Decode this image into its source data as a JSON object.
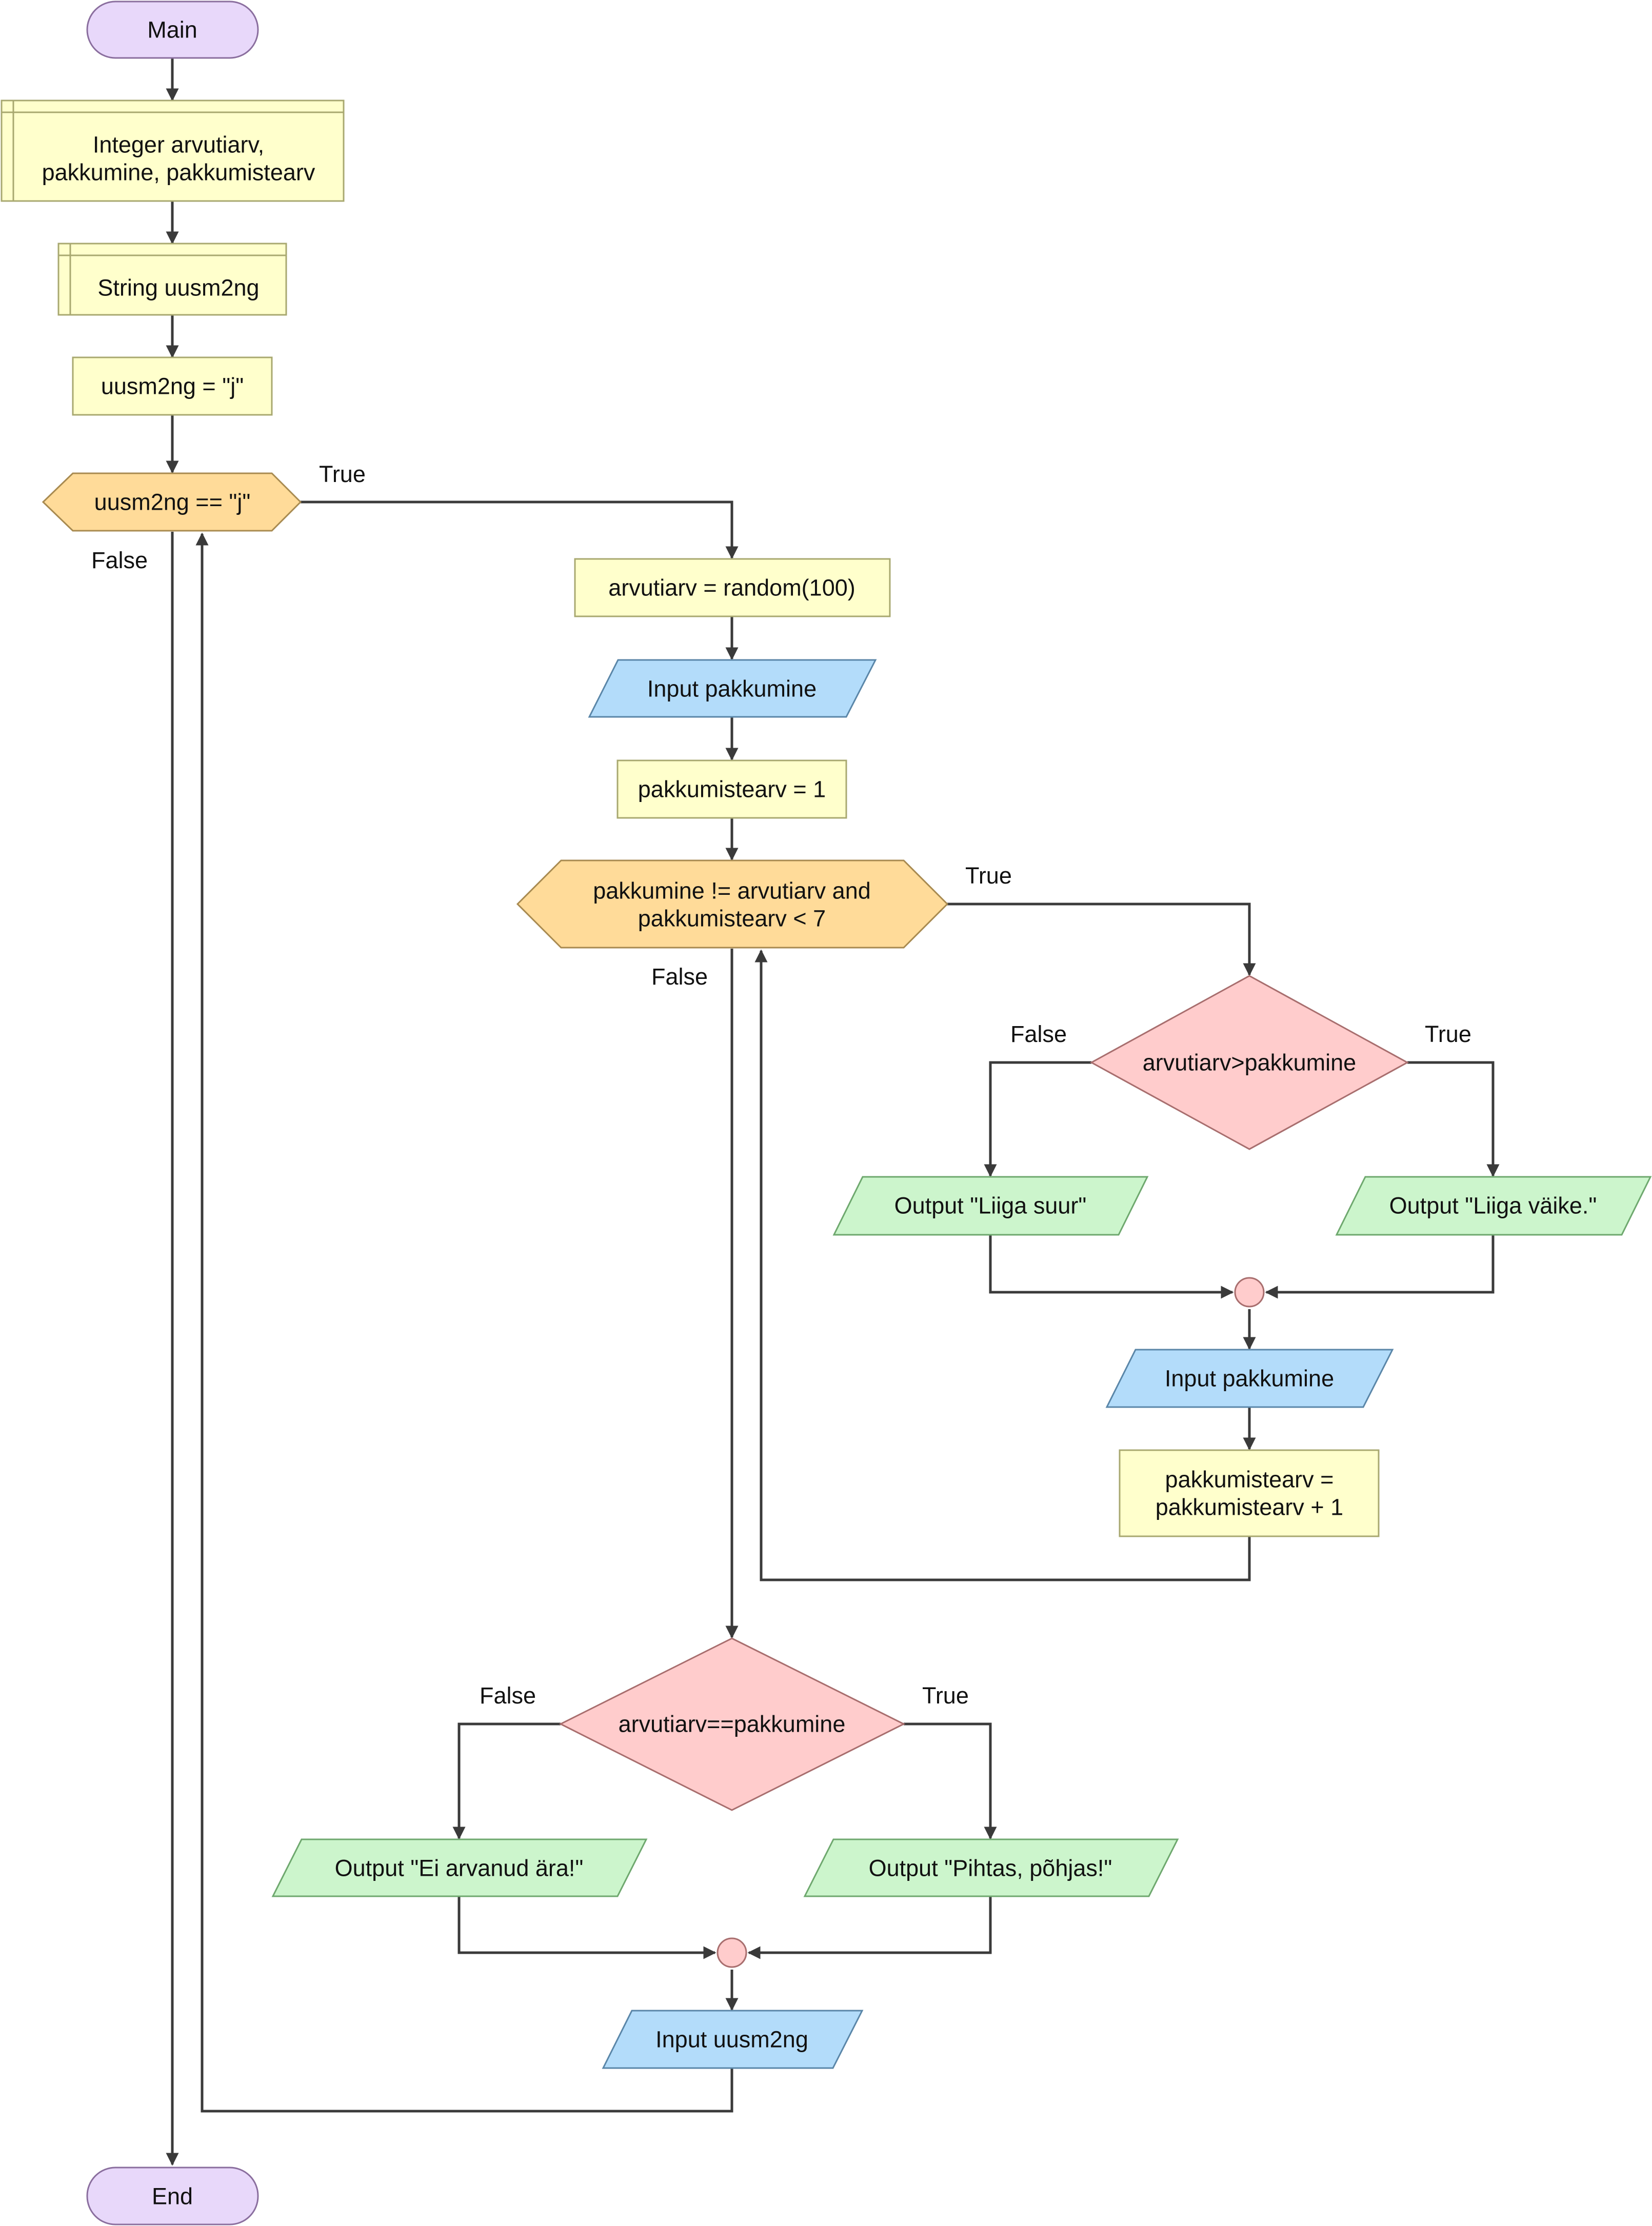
{
  "nodes": {
    "main": {
      "lines": [
        "Main"
      ]
    },
    "decl_int": {
      "lines": [
        "Integer arvutiarv,",
        "pakkumine, pakkumistearv"
      ]
    },
    "decl_str": {
      "lines": [
        "String uusm2ng"
      ]
    },
    "assign_j": {
      "lines": [
        "uusm2ng = \"j\""
      ]
    },
    "loop_outer": {
      "lines": [
        "uusm2ng == \"j\""
      ]
    },
    "random": {
      "lines": [
        "arvutiarv = random(100)"
      ]
    },
    "input_guess1": {
      "lines": [
        "Input pakkumine"
      ]
    },
    "count_init": {
      "lines": [
        "pakkumistearv = 1"
      ]
    },
    "loop_inner": {
      "lines": [
        "pakkumine != arvutiarv and",
        "pakkumistearv < 7"
      ]
    },
    "cmp_gt": {
      "lines": [
        "arvutiarv>pakkumine"
      ]
    },
    "out_big": {
      "lines": [
        "Output \"Liiga suur\""
      ]
    },
    "out_small": {
      "lines": [
        "Output \"Liiga väike.\""
      ]
    },
    "input_guess2": {
      "lines": [
        "Input pakkumine"
      ]
    },
    "count_inc": {
      "lines": [
        "pakkumistearv =",
        "pakkumistearv + 1"
      ]
    },
    "cmp_eq": {
      "lines": [
        "arvutiarv==pakkumine"
      ]
    },
    "out_miss": {
      "lines": [
        "Output \"Ei arvanud ära!\""
      ]
    },
    "out_hit": {
      "lines": [
        "Output \"Pihtas, põhjas!\""
      ]
    },
    "input_again": {
      "lines": [
        "Input uusm2ng"
      ]
    },
    "end": {
      "lines": [
        "End"
      ]
    }
  },
  "edge_labels": {
    "outer_true": "True",
    "outer_false": "False",
    "inner_true": "True",
    "inner_false": "False",
    "gt_false": "False",
    "gt_true": "True",
    "eq_false": "False",
    "eq_true": "True"
  }
}
